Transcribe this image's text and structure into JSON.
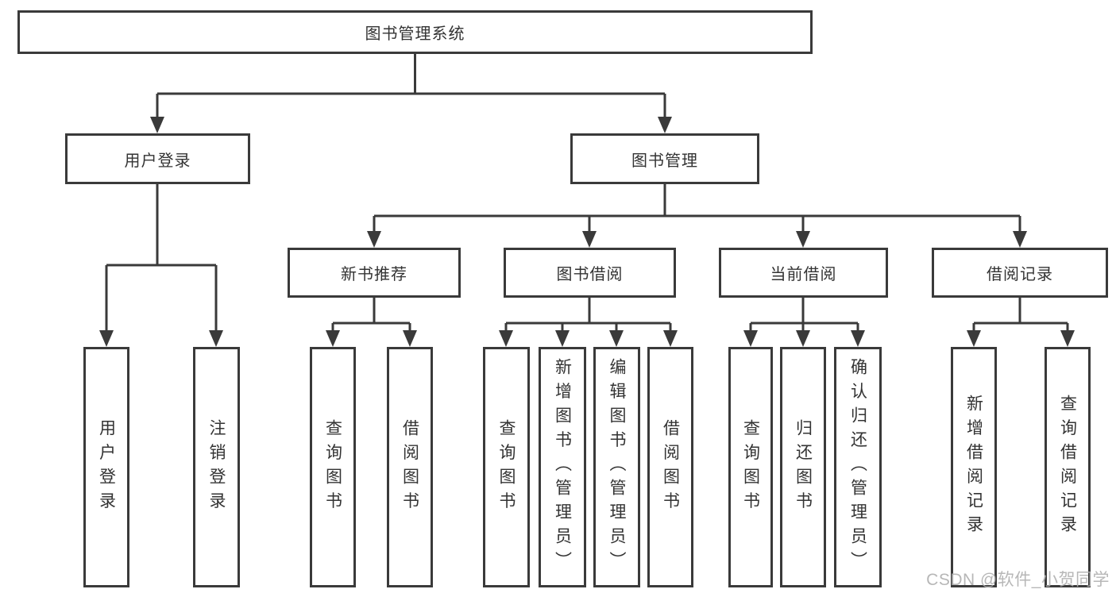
{
  "diagram_title": "图书管理系统",
  "tree": {
    "root": {
      "label": "图书管理系统"
    },
    "branches": [
      {
        "label": "用户登录",
        "children": [
          {
            "label": "用户登录"
          },
          {
            "label": "注销登录"
          }
        ]
      },
      {
        "label": "图书管理",
        "children": [
          {
            "label": "新书推荐",
            "children": [
              {
                "label": "查询图书"
              },
              {
                "label": "借阅图书"
              }
            ]
          },
          {
            "label": "图书借阅",
            "children": [
              {
                "label": "查询图书"
              },
              {
                "label": "新增图书（管理员）"
              },
              {
                "label": "编辑图书（管理员）"
              },
              {
                "label": "借阅图书"
              }
            ]
          },
          {
            "label": "当前借阅",
            "children": [
              {
                "label": "查询图书"
              },
              {
                "label": "归还图书"
              },
              {
                "label": "确认归还（管理员）"
              }
            ]
          },
          {
            "label": "借阅记录",
            "children": [
              {
                "label": "新增借阅记录"
              },
              {
                "label": "查询借阅记录"
              }
            ]
          }
        ]
      }
    ]
  },
  "watermark": "CSDN @软件_小贺同学",
  "colors": {
    "border": "#3a3a3a",
    "line": "#3a3a3a",
    "text": "#333333",
    "watermark": "#afafaf",
    "background": "#ffffff"
  }
}
